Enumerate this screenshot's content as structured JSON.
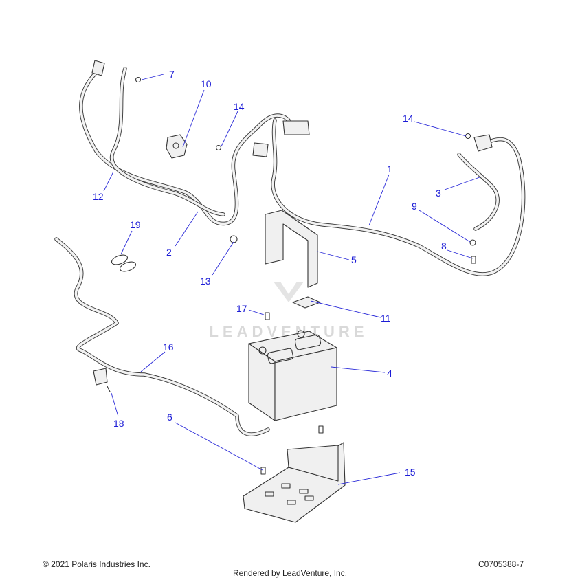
{
  "callouts": [
    "1",
    "2",
    "3",
    "4",
    "5",
    "6",
    "7",
    "8",
    "9",
    "10",
    "11",
    "12",
    "13",
    "14",
    "14",
    "15",
    "16",
    "17",
    "18",
    "19"
  ],
  "watermark": "LEADVENTURE",
  "footer": {
    "copyright": "© 2021 Polaris Industries Inc.",
    "doc_id": "C0705388-7",
    "rendered_by": "Rendered by LeadVenture, Inc."
  },
  "colors": {
    "callout": "#1c1cd6",
    "line": "#333333",
    "fill": "#f0f0f0"
  }
}
